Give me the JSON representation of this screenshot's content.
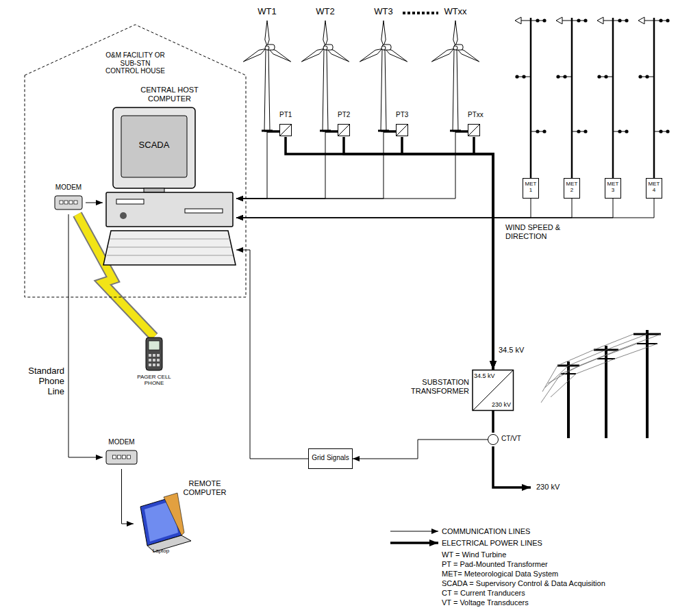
{
  "diagram": {
    "nodes": [
      {
        "text": [
          "WT1"
        ]
      },
      {
        "text": [
          "WT2"
        ]
      },
      {
        "text": [
          "WT3"
        ]
      },
      {
        "text": [
          "WTxx"
        ]
      },
      {
        "text": [
          "PT1"
        ]
      },
      {
        "text": [
          "PT2"
        ]
      },
      {
        "text": [
          "PT3"
        ]
      },
      {
        "text": [
          "PTxx"
        ]
      },
      {
        "text": [
          "MET 1"
        ]
      },
      {
        "text": [
          "MET 2"
        ]
      },
      {
        "text": [
          "MET 3"
        ]
      },
      {
        "text": [
          "MET 4"
        ]
      },
      {
        "text": [
          "O&M FACILITY OR SUB-STN CONTROL HOUSE"
        ]
      },
      {
        "text": [
          "CENTRAL HOST COMPUTER",
          "SCADA"
        ],
        "in": 12
      },
      {
        "text": [
          "MODEM"
        ],
        "in": 12
      },
      {
        "text": [
          "SUBSTATION TRANSFORMER",
          "34.5 kV",
          "230 kV"
        ]
      },
      {
        "text": [
          "CT/VT"
        ]
      },
      {
        "text": [
          "Grid Signals"
        ]
      },
      {
        "text": [
          "PAGER CELL PHONE"
        ]
      },
      {
        "text": [
          "MODEM"
        ]
      },
      {
        "text": [
          "REMOTE COMPUTER",
          "Laptop"
        ]
      }
    ],
    "edges": [
      {
        "from": 0,
        "to": 4,
        "arrow": "none"
      },
      {
        "from": 1,
        "to": 5,
        "arrow": "none"
      },
      {
        "from": 2,
        "to": 6,
        "arrow": "none"
      },
      {
        "from": 3,
        "to": 7,
        "arrow": "none"
      },
      {
        "from": 4,
        "to": 15,
        "arrow": "to"
      },
      {
        "from": 5,
        "to": 15,
        "arrow": "to"
      },
      {
        "from": 6,
        "to": 15,
        "arrow": "to"
      },
      {
        "from": 7,
        "to": 15,
        "arrow": "to"
      },
      {
        "from": 15,
        "to": 16,
        "arrow": "none"
      },
      {
        "from": 0,
        "to": 13,
        "arrow": "to"
      },
      {
        "from": 1,
        "to": 13,
        "arrow": "to"
      },
      {
        "from": 2,
        "to": 13,
        "arrow": "to"
      },
      {
        "from": 3,
        "to": 13,
        "arrow": "to"
      },
      {
        "from": 8,
        "to": 13,
        "arrow": "to"
      },
      {
        "from": 9,
        "to": 13,
        "arrow": "to"
      },
      {
        "from": 10,
        "to": 13,
        "arrow": "to"
      },
      {
        "from": 11,
        "to": 13,
        "arrow": "to"
      },
      {
        "from": 16,
        "to": 17,
        "arrow": "to"
      },
      {
        "from": 17,
        "to": 13,
        "arrow": "to"
      },
      {
        "from": 14,
        "to": 13,
        "arrow": "to"
      },
      {
        "from": 14,
        "to": 18,
        "arrow": "none"
      },
      {
        "from": 14,
        "to": 19,
        "label": "Standard Phone Line",
        "arrow": "to"
      },
      {
        "from": 19,
        "to": 20,
        "arrow": "to"
      }
    ],
    "labels": [
      "34.5 kV",
      "WIND SPEED & DIRECTION",
      "230 kV"
    ],
    "legend": [
      {
        "text": "COMMUNICATION LINES"
      },
      {
        "text": "ELECTRICAL POWER LINES"
      },
      {
        "text": "WT = Wind Turbine"
      },
      {
        "text": "PT = Pad-Mounted Transformer"
      },
      {
        "text": "MET= Meteorological Data System"
      },
      {
        "text": "SCADA = Supervisory Control & Data Acquisition"
      },
      {
        "text": "CT = Current Tranducers"
      },
      {
        "text": "VT = Voltage Transducers"
      }
    ]
  }
}
